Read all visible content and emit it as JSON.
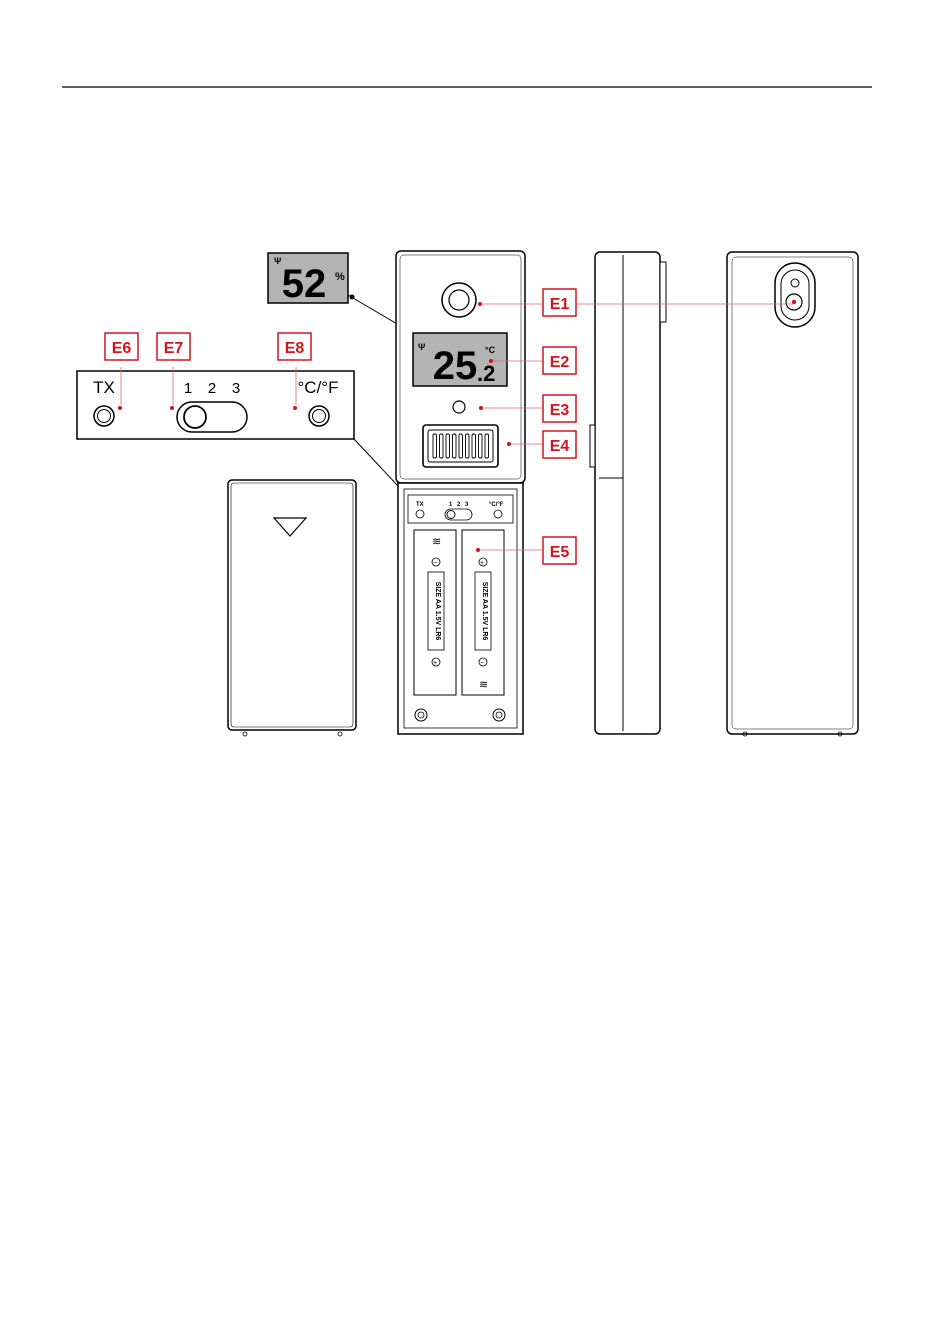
{
  "callouts": {
    "e1": "E1",
    "e2": "E2",
    "e3": "E3",
    "e4": "E4",
    "e5": "E5",
    "e6": "E6",
    "e7": "E7",
    "e8": "E8"
  },
  "detail_panel": {
    "tx_label": "TX",
    "channel_1": "1",
    "channel_2": "2",
    "channel_3": "3",
    "unit_label": "°C/°F"
  },
  "lcd": {
    "temperature_main": "25",
    "temperature_decimal": ".2",
    "temperature_unit": "°C",
    "humidity_value": "52",
    "humidity_unit": "%"
  },
  "battery": {
    "left_text": "SIZE AA 1.5V LR6",
    "right_text": "SIZE AA 1.5V LR6"
  },
  "colors": {
    "callout_red": "#d2141e",
    "leader_line": "#d86a6a",
    "lcd_gray": "#b4b4b4"
  }
}
